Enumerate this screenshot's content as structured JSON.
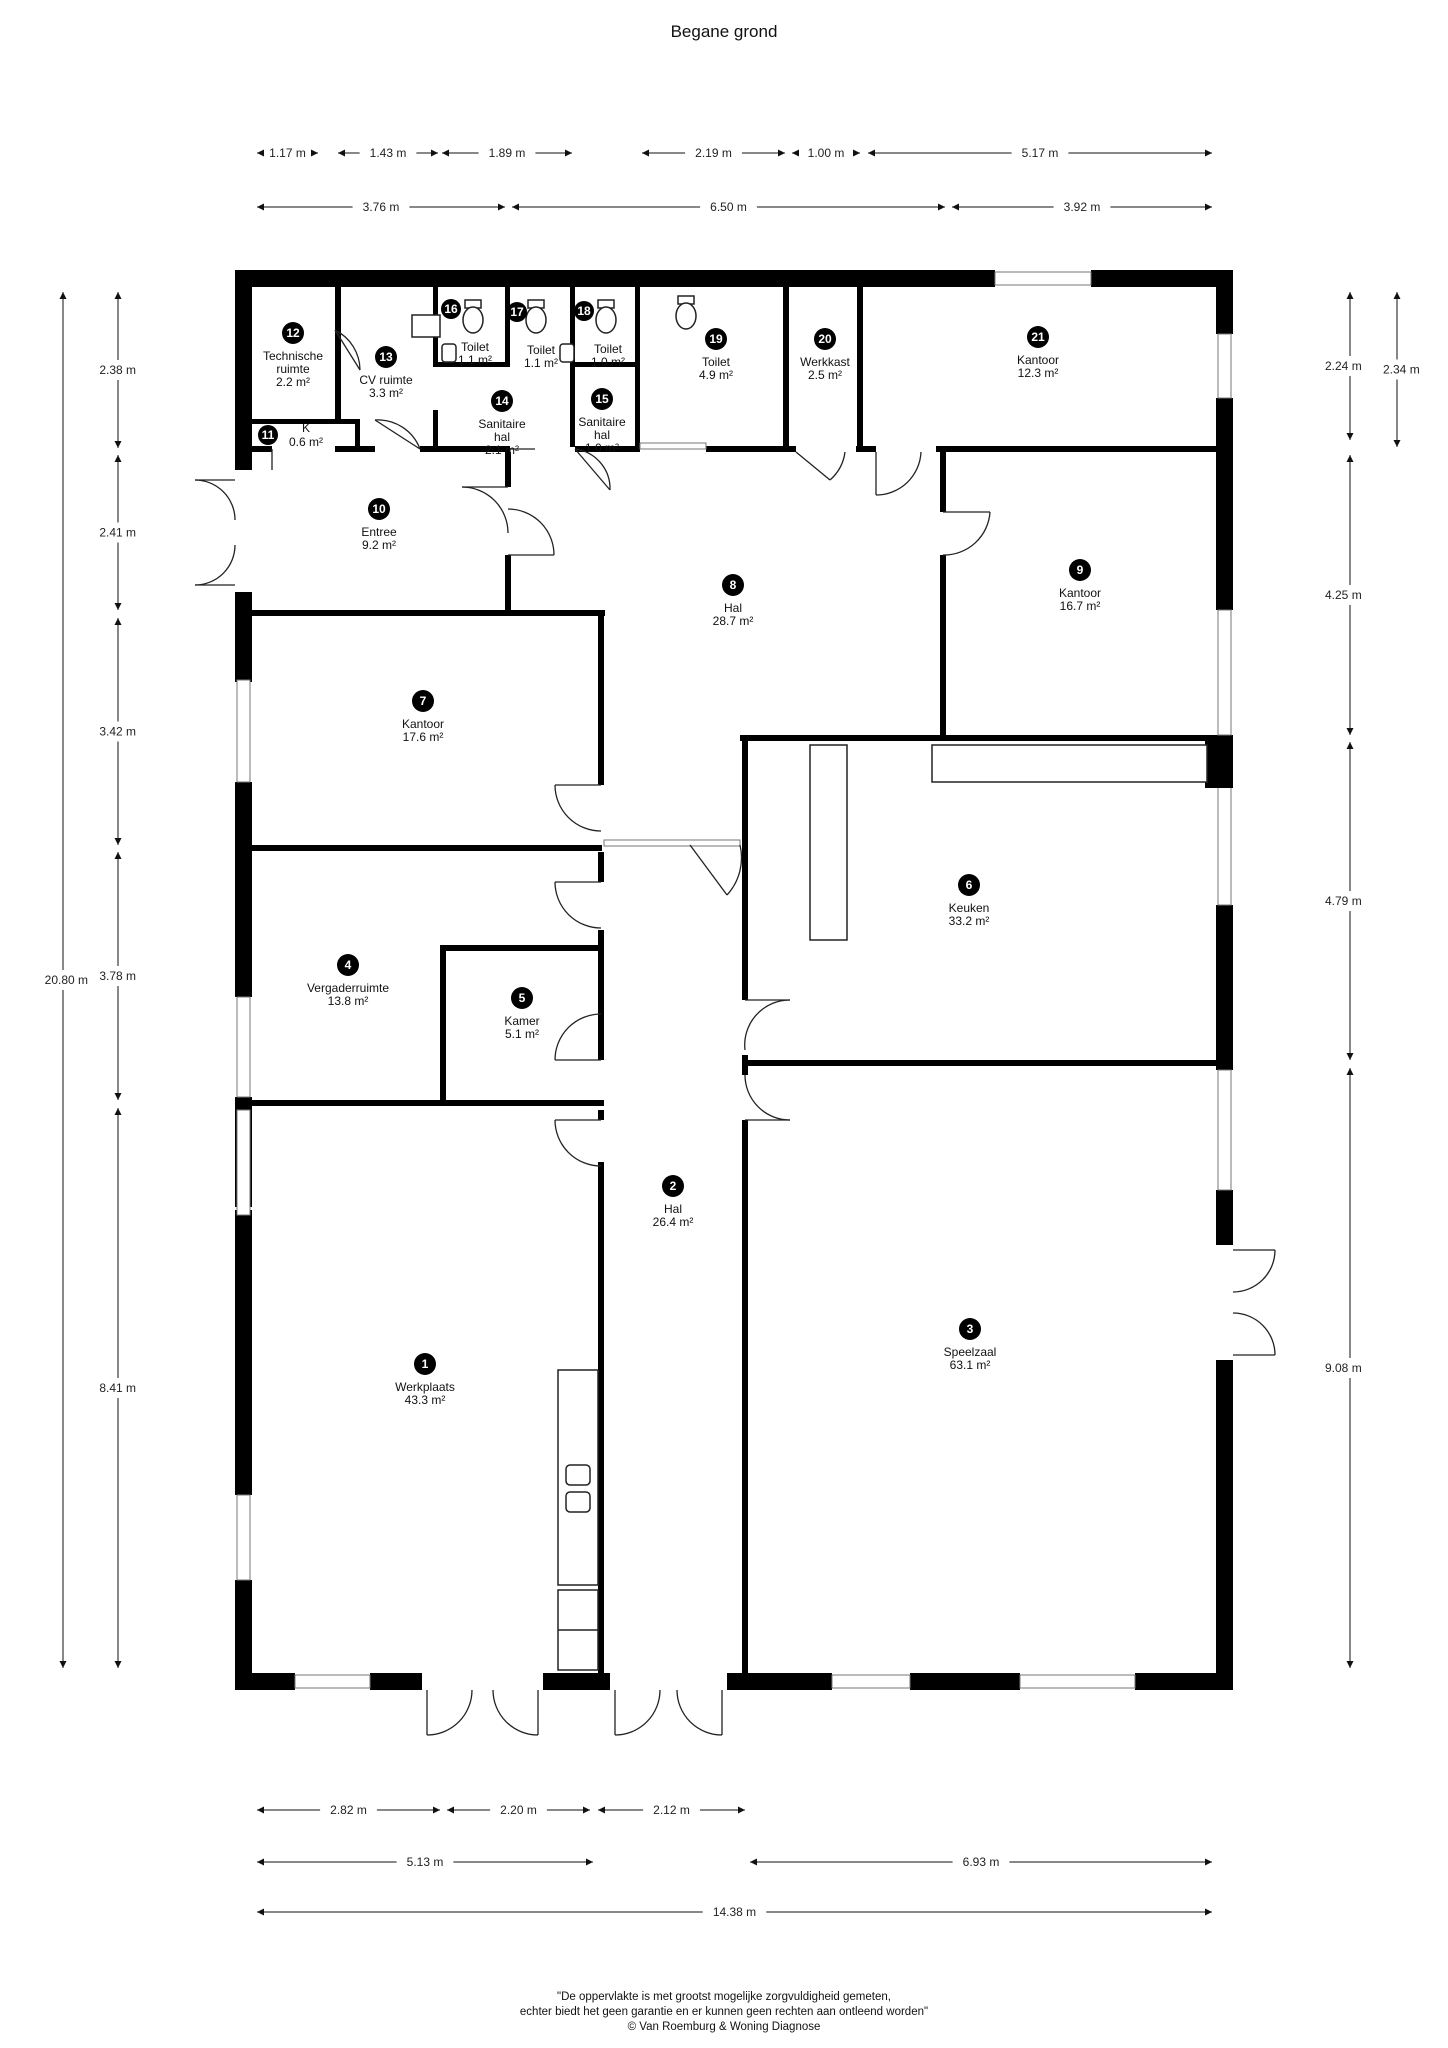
{
  "title": "Begane grond",
  "rooms": [
    {
      "num": "1",
      "lines": [
        "Werkplaats"
      ],
      "area": "43.3 m²"
    },
    {
      "num": "2",
      "lines": [
        "Hal"
      ],
      "area": "26.4 m²"
    },
    {
      "num": "3",
      "lines": [
        "Speelzaal"
      ],
      "area": "63.1 m²"
    },
    {
      "num": "4",
      "lines": [
        "Vergaderruimte"
      ],
      "area": "13.8 m²"
    },
    {
      "num": "5",
      "lines": [
        "Kamer"
      ],
      "area": "5.1 m²"
    },
    {
      "num": "6",
      "lines": [
        "Keuken"
      ],
      "area": "33.2 m²"
    },
    {
      "num": "7",
      "lines": [
        "Kantoor"
      ],
      "area": "17.6 m²"
    },
    {
      "num": "8",
      "lines": [
        "Hal"
      ],
      "area": "28.7 m²"
    },
    {
      "num": "9",
      "lines": [
        "Kantoor"
      ],
      "area": "16.7 m²"
    },
    {
      "num": "10",
      "lines": [
        "Entree"
      ],
      "area": "9.2 m²"
    },
    {
      "num": "11",
      "lines": [
        "K"
      ],
      "area": "0.6 m²"
    },
    {
      "num": "12",
      "lines": [
        "Technische",
        "ruimte"
      ],
      "area": "2.2 m²"
    },
    {
      "num": "13",
      "lines": [
        "CV ruimte"
      ],
      "area": "3.3 m²"
    },
    {
      "num": "14",
      "lines": [
        "Sanitaire",
        "hal"
      ],
      "area": "2.1 m²"
    },
    {
      "num": "15",
      "lines": [
        "Sanitaire",
        "hal"
      ],
      "area": "1.0 m²"
    },
    {
      "num": "16",
      "lines": [
        "Toilet"
      ],
      "area": "1.1 m²"
    },
    {
      "num": "17",
      "lines": [
        "Toilet"
      ],
      "area": "1.1 m²"
    },
    {
      "num": "18",
      "lines": [
        "Toilet"
      ],
      "area": "1.0 m²"
    },
    {
      "num": "19",
      "lines": [
        "Toilet"
      ],
      "area": "4.9 m²"
    },
    {
      "num": "20",
      "lines": [
        "Werkkast"
      ],
      "area": "2.5 m²"
    },
    {
      "num": "21",
      "lines": [
        "Kantoor"
      ],
      "area": "12.3 m²"
    }
  ],
  "dimensions": {
    "top_row_1": [
      "1.17 m",
      "1.43 m",
      "1.89 m",
      "2.19 m",
      "1.00 m",
      "5.17 m"
    ],
    "top_row_2": [
      "3.76 m",
      "6.50 m",
      "3.92 m"
    ],
    "left_col_1": [
      "2.38 m",
      "2.41 m",
      "3.42 m",
      "3.78 m",
      "8.41 m"
    ],
    "left_total": "20.80 m",
    "right_col_1": [
      "2.24 m",
      "4.25 m",
      "4.79 m",
      "9.08 m"
    ],
    "right_col_2": "2.34 m",
    "bottom_row_1": [
      "2.82 m",
      "2.20 m",
      "2.12 m"
    ],
    "bottom_row_2": [
      "5.13 m",
      "6.93 m"
    ],
    "bottom_total": "14.38 m"
  },
  "footer": {
    "line1": "\"De oppervlakte is met grootst mogelijke zorgvuldigheid gemeten,",
    "line2": "echter biedt het geen garantie en er kunnen geen rechten aan ontleend worden\"",
    "line3": "© Van Roemburg & Woning Diagnose"
  }
}
